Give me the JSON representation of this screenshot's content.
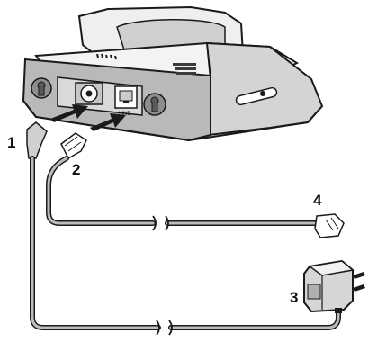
{
  "callouts": {
    "c1": "1",
    "c2": "2",
    "c3": "3",
    "c4": "4"
  },
  "port_label": "LINE",
  "colors": {
    "outline": "#1a1a1a",
    "base_fill": "#e6e6e6",
    "shade": "#a9a9a9",
    "dark": "#555555",
    "cable": "#9a9a9a"
  }
}
